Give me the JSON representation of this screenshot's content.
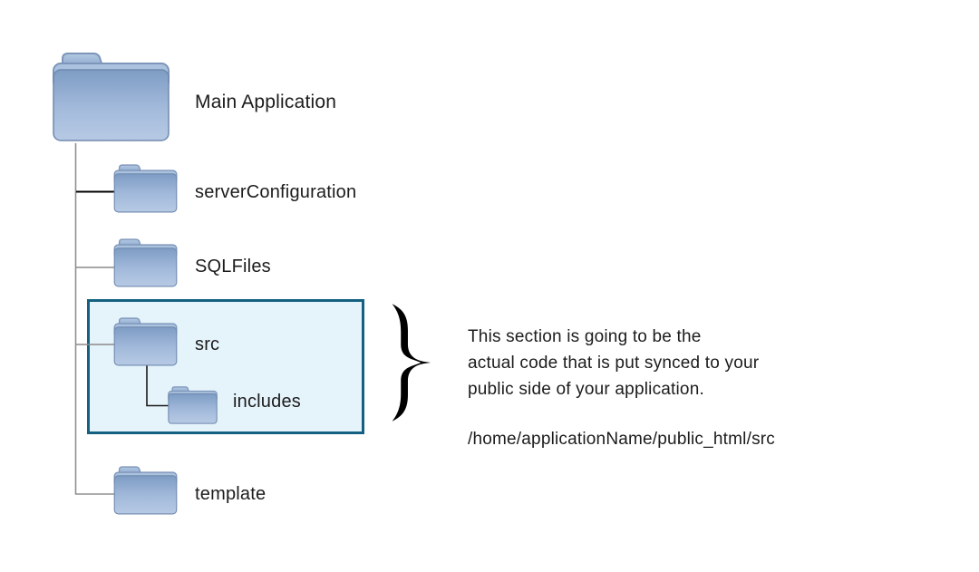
{
  "diagram": {
    "root": {
      "label": "Main Application"
    },
    "children": [
      {
        "label": "serverConfiguration",
        "highlighted": false
      },
      {
        "label": "SQLFiles",
        "highlighted": false
      },
      {
        "label": "src",
        "highlighted": true
      },
      {
        "label": "template",
        "highlighted": false
      }
    ],
    "src_children": [
      {
        "label": "includes"
      }
    ],
    "annotation": {
      "line1": "This section is going to be the",
      "line2": "actual code that is put synced to your",
      "line3": "public side of your application.",
      "path": "/home/applicationName/public_html/src"
    },
    "colors": {
      "highlight_box_fill": "#e5f3fb",
      "highlight_box_border": "#136080",
      "folder_gradient_top": "#7e9cc4",
      "folder_gradient_bottom": "#b7cae4",
      "folder_border": "#7089ae",
      "connector_gray": "#909090",
      "connector_black": "#000000",
      "text_color": "#1c1c1c",
      "brace_color": "#000000"
    }
  }
}
